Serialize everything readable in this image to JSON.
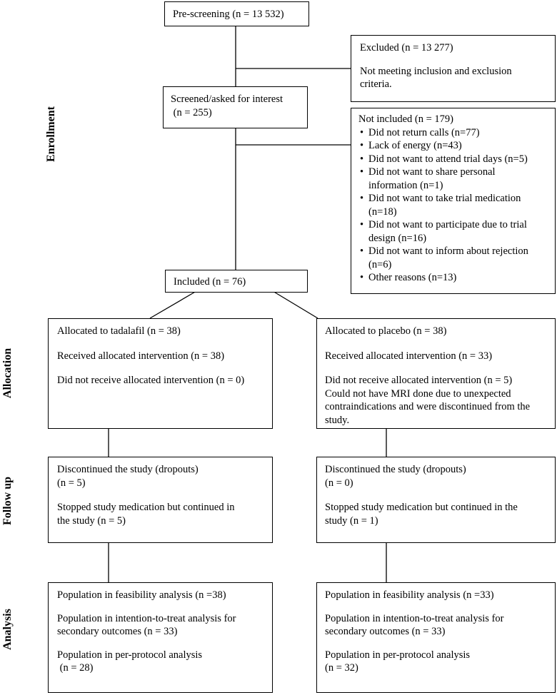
{
  "stages": {
    "enrollment": "Enrollment",
    "allocation": "Allocation",
    "followup": "Follow up",
    "analysis": "Analysis"
  },
  "prescreening": "Pre-screening (n = 13 532)",
  "excluded": {
    "title": "Excluded (n = 13 277)",
    "line1": "Not meeting inclusion and exclusion",
    "line2": "criteria."
  },
  "screened": {
    "line1": "Screened/asked for interest",
    "line2": " (n = 255)"
  },
  "not_included": {
    "title": "Not included (n = 179)",
    "reasons": [
      [
        "Did not return calls (n=77)"
      ],
      [
        "Lack of energy (n=43)"
      ],
      [
        "Did not want to attend trial days (n=5)"
      ],
      [
        "Did not want to share personal",
        "information (n=1)"
      ],
      [
        "Did not want to take trial medication",
        "(n=18)"
      ],
      [
        "Did not want to participate due to trial",
        "design (n=16)"
      ],
      [
        "Did not want to inform about rejection",
        "(n=6)"
      ],
      [
        "Other reasons (n=13)"
      ]
    ]
  },
  "included": "Included (n = 76)",
  "arms": {
    "tadalafil": {
      "allocation": {
        "allocated": "Allocated to tadalafil (n = 38)",
        "received": "Received allocated intervention (n = 38)",
        "not_received": "Did not receive allocated intervention (n = 0)"
      },
      "followup": {
        "discontinued": "Discontinued the study (dropouts)",
        "discontinued_n": "(n = 5)",
        "stopped_1": "Stopped study medication but continued in",
        "stopped_2": "the study (n = 5)"
      },
      "analysis": {
        "feasibility": "Population in feasibility analysis (n =38)",
        "itt_1": "Population in intention-to-treat analysis for",
        "itt_2": "secondary outcomes (n = 33)",
        "pp_1": "Population in per-protocol analysis",
        "pp_2": " (n = 28)"
      }
    },
    "placebo": {
      "allocation": {
        "allocated": "Allocated to placebo (n = 38)",
        "received": "Received allocated intervention (n = 33)",
        "not_received": "Did not receive allocated intervention (n = 5)",
        "reason_1": "Could not have MRI done due to unexpected",
        "reason_2": "contraindications and were discontinued from the",
        "reason_3": "study."
      },
      "followup": {
        "discontinued": "Discontinued the study (dropouts)",
        "discontinued_n": "(n = 0)",
        "stopped_1": "Stopped study medication but continued in the",
        "stopped_2": "study (n = 1)"
      },
      "analysis": {
        "feasibility": "Population in feasibility analysis (n =33)",
        "itt_1": "Population in intention-to-treat analysis for",
        "itt_2": "secondary outcomes (n = 33)",
        "pp_1": "Population in per-protocol analysis",
        "pp_2": "(n = 32)"
      }
    }
  }
}
